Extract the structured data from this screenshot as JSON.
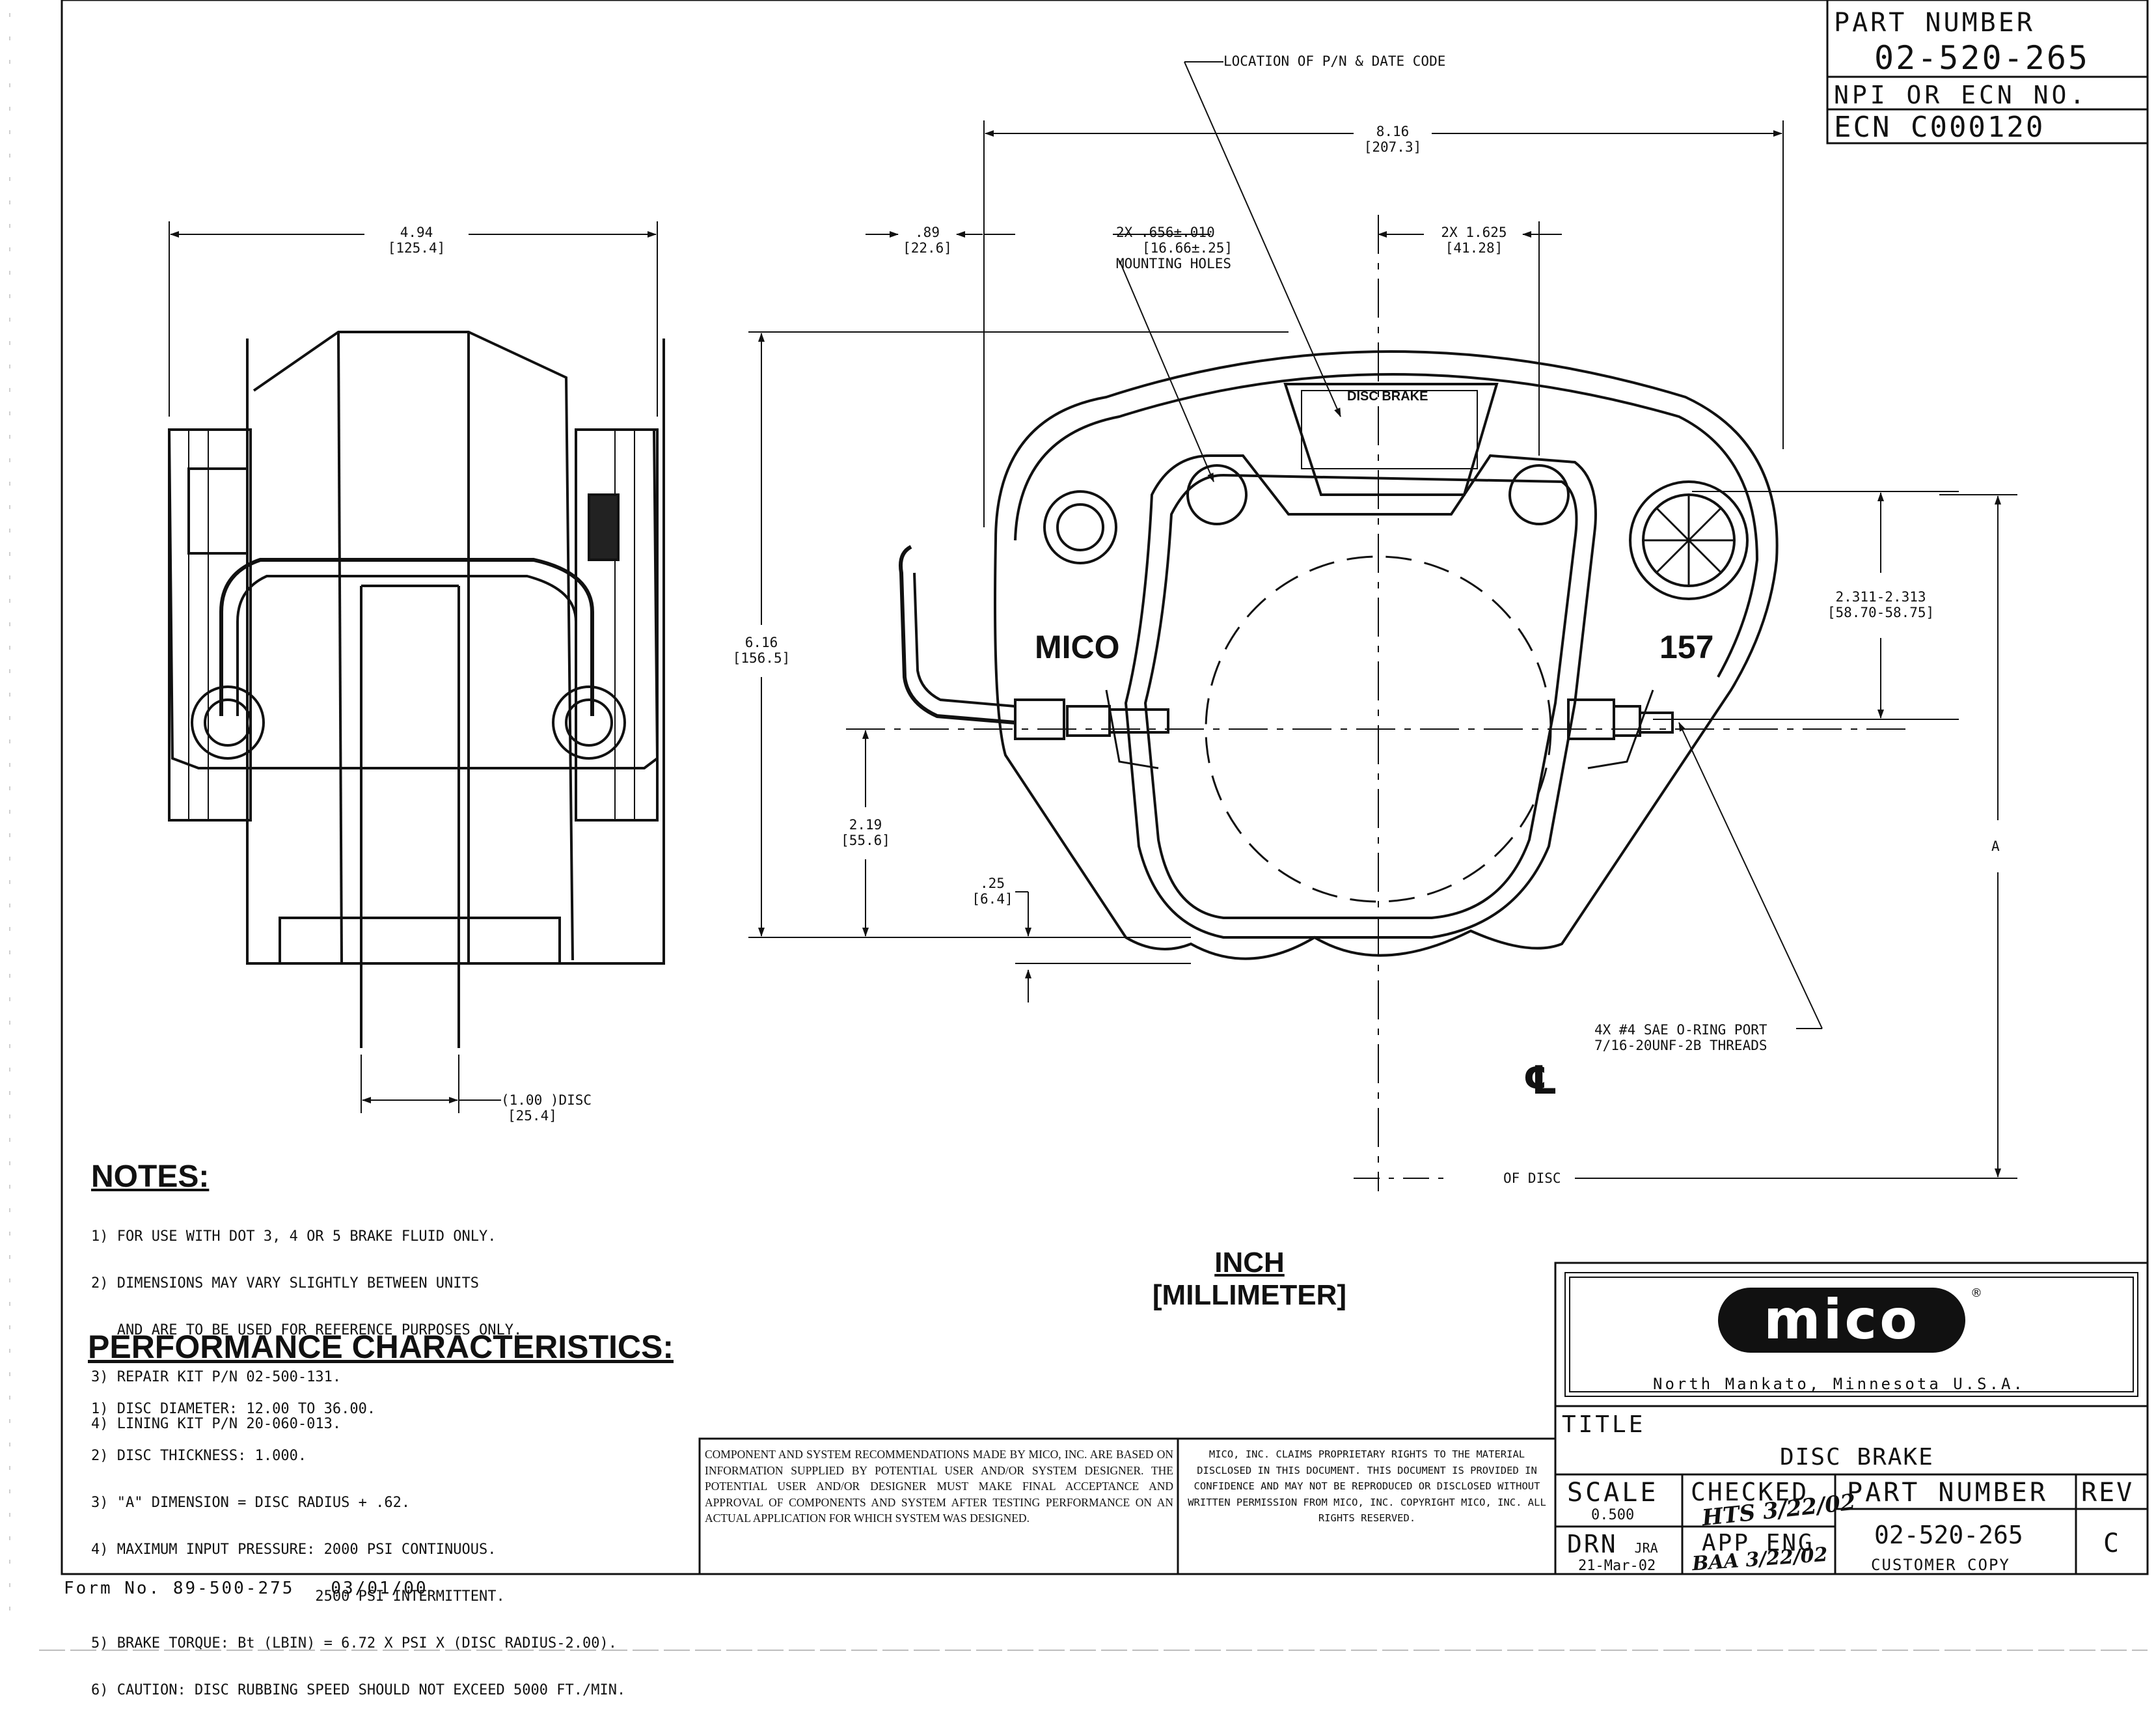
{
  "title_block": {
    "part_number_label": "PART NUMBER",
    "part_number": "02-520-265",
    "ecn_label": "NPI OR ECN NO.",
    "ecn_value": "ECN C000120"
  },
  "callouts": {
    "pn_location": "LOCATION OF P/N & DATE CODE",
    "overall_width_in": "8.16",
    "overall_width_mm": "[207.3]",
    "offset_in": ".89",
    "offset_mm": "[22.6]",
    "holes_line1": "2X .656±.010",
    "holes_line2": "[16.66±.25]",
    "holes_line3": "MOUNTING HOLES",
    "hole_spacing_in": "2X 1.625",
    "hole_spacing_mm": "[41.28]",
    "side_width_in": "4.94",
    "side_width_mm": "[125.4]",
    "height_in": "6.16",
    "height_mm": "[156.5]",
    "center_in": "2.19",
    "center_mm": "[55.6]",
    "gap_in": ".25",
    "gap_mm": "[6.4]",
    "port_span_in": "2.311-2.313",
    "port_span_mm": "[58.70-58.75]",
    "dim_a": "A",
    "disc_in": "(1.00 )DISC",
    "disc_mm": "[25.4]",
    "port_line1": "4X #4 SAE O-RING PORT",
    "port_line2": "7/16-20UNF-2B THREADS",
    "cl_symbol": "℄",
    "of_disc": "OF DISC",
    "mico_cast": "MICO",
    "cast_number": "157",
    "plate_title": "DISC BRAKE"
  },
  "units": {
    "inch": "INCH",
    "mm": "[MILLIMETER]"
  },
  "notes": {
    "heading": "NOTES:",
    "lines": [
      "1) FOR USE WITH DOT 3, 4 OR 5 BRAKE FLUID ONLY.",
      "2) DIMENSIONS MAY VARY SLIGHTLY BETWEEN UNITS",
      "   AND ARE TO BE USED FOR REFERENCE PURPOSES ONLY.",
      "3) REPAIR KIT P/N 02-500-131.",
      "4) LINING KIT P/N 20-060-013."
    ]
  },
  "performance": {
    "heading": "PERFORMANCE CHARACTERISTICS:",
    "lines": [
      "1) DISC DIAMETER: 12.00 TO 36.00.",
      "2) DISC THICKNESS: 1.000.",
      "3) \"A\" DIMENSION = DISC RADIUS + .62.",
      "4) MAXIMUM INPUT PRESSURE: 2000 PSI CONTINUOUS.",
      "                          2500 PSI INTERMITTENT.",
      "5) BRAKE TORQUE: Bt (LBIN) = 6.72 X PSI X (DISC RADIUS-2.00).",
      "6) CAUTION: DISC RUBBING SPEED SHOULD NOT EXCEED 5000 FT./MIN."
    ]
  },
  "disclaimer": "COMPONENT AND SYSTEM RECOMMENDATIONS MADE BY MICO, INC. ARE BASED ON INFORMATION SUPPLIED BY POTENTIAL USER AND/OR SYSTEM DESIGNER. THE POTENTIAL USER AND/OR DESIGNER MUST MAKE FINAL ACCEPTANCE AND APPROVAL OF COMPONENTS AND SYSTEM AFTER TESTING PERFORMANCE ON AN ACTUAL APPLICATION FOR WHICH SYSTEM WAS DESIGNED.",
  "proprietary": "MICO, INC. CLAIMS PROPRIETARY RIGHTS TO THE MATERIAL DISCLOSED IN THIS DOCUMENT. THIS DOCUMENT IS PROVIDED IN CONFIDENCE AND MAY NOT BE REPRODUCED OR DISCLOSED WITHOUT WRITTEN PERMISSION FROM MICO, INC. COPYRIGHT MICO, INC. ALL RIGHTS RESERVED.",
  "company": {
    "logo": "MICO",
    "location": "North Mankato, Minnesota U.S.A."
  },
  "drawing_block": {
    "title_label": "TITLE",
    "title_value": "DISC BRAKE",
    "scale_label": "SCALE",
    "scale_value": "0.500",
    "checked_label": "CHECKED",
    "checked_sig": "HTS 3/22/02",
    "part_number_label": "PART NUMBER",
    "part_number": "02-520-265",
    "rev_label": "REV",
    "rev_value": "C",
    "drn_label": "DRN",
    "drn_initials": "JRA",
    "drn_date": "21-Mar-02",
    "app_eng_label": "APP ENG",
    "app_eng_sig": "BAA 3/22/02",
    "customer_copy": "CUSTOMER COPY"
  },
  "form_number": "Form No. 89-500-275   03/01/00"
}
